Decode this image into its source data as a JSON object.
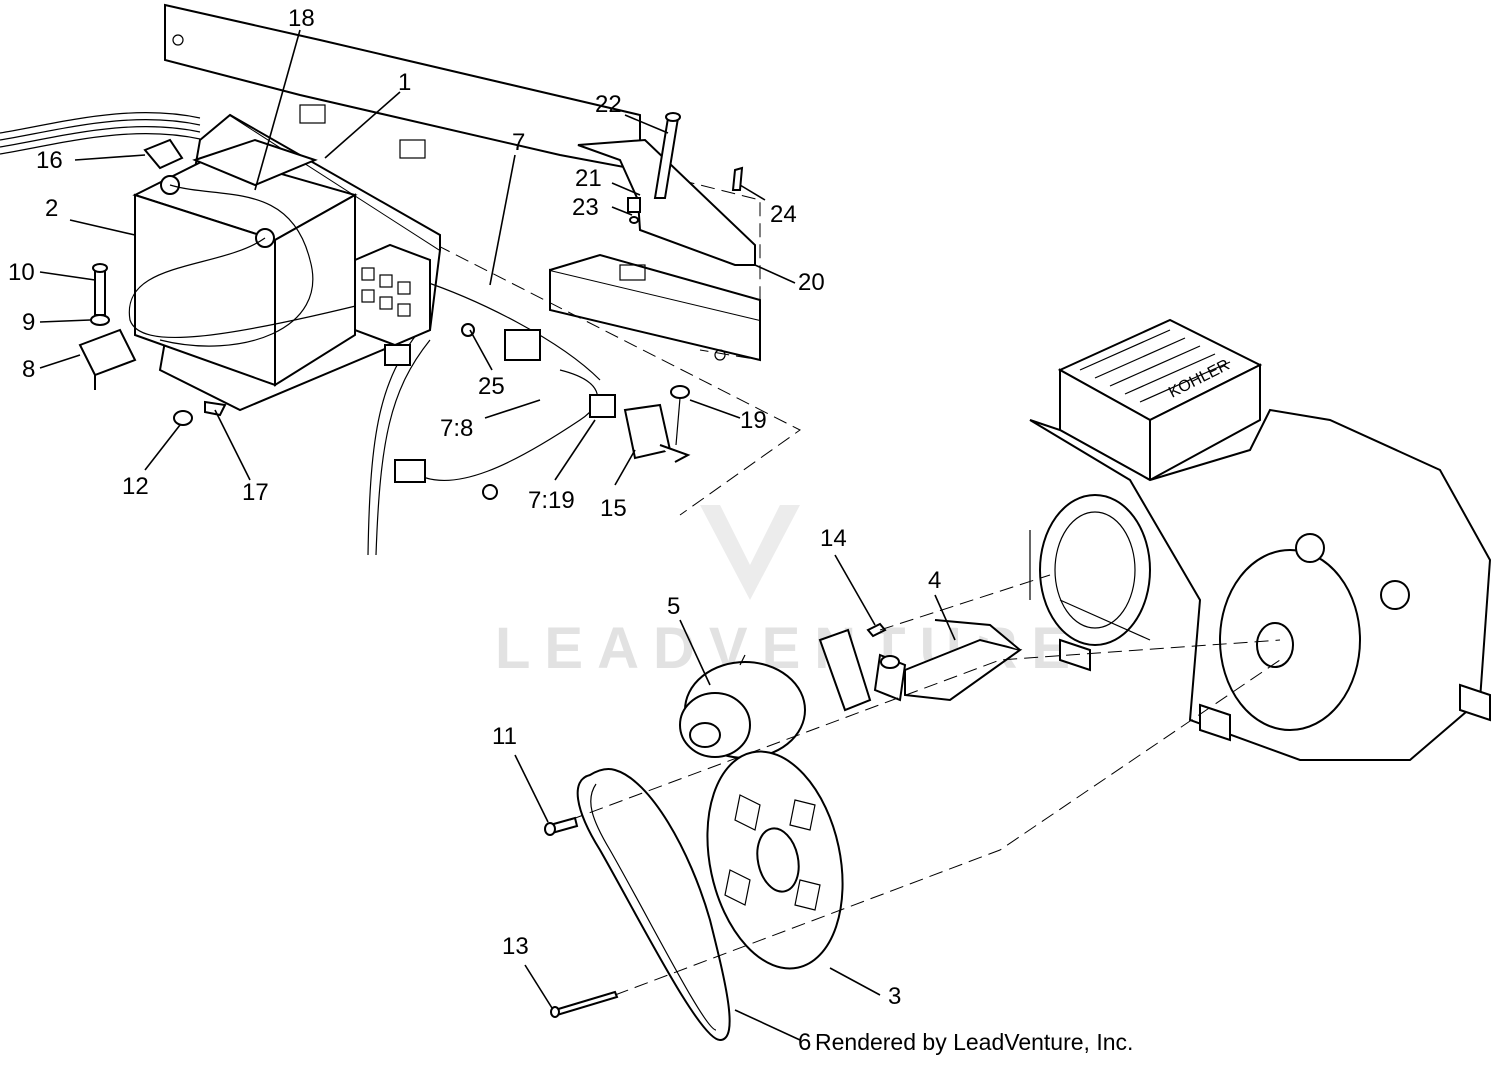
{
  "diagram": {
    "callouts": [
      {
        "id": "1",
        "label": "1"
      },
      {
        "id": "2",
        "label": "2"
      },
      {
        "id": "3",
        "label": "3"
      },
      {
        "id": "4",
        "label": "4"
      },
      {
        "id": "5",
        "label": "5"
      },
      {
        "id": "6",
        "label": "6"
      },
      {
        "id": "7",
        "label": "7"
      },
      {
        "id": "7-8",
        "label": "7:8"
      },
      {
        "id": "7-19",
        "label": "7:19"
      },
      {
        "id": "8",
        "label": "8"
      },
      {
        "id": "9",
        "label": "9"
      },
      {
        "id": "10",
        "label": "10"
      },
      {
        "id": "11",
        "label": "11"
      },
      {
        "id": "12",
        "label": "12"
      },
      {
        "id": "13",
        "label": "13"
      },
      {
        "id": "14",
        "label": "14"
      },
      {
        "id": "15",
        "label": "15"
      },
      {
        "id": "16",
        "label": "16"
      },
      {
        "id": "17",
        "label": "17"
      },
      {
        "id": "18",
        "label": "18"
      },
      {
        "id": "19",
        "label": "19"
      },
      {
        "id": "20",
        "label": "20"
      },
      {
        "id": "21",
        "label": "21"
      },
      {
        "id": "22",
        "label": "22"
      },
      {
        "id": "23",
        "label": "23"
      },
      {
        "id": "24",
        "label": "24"
      },
      {
        "id": "25",
        "label": "25"
      }
    ],
    "engine_brand": "KOHLER",
    "footer": "Rendered by LeadVenture, Inc.",
    "watermark": "LEADVENTURE"
  },
  "colors": {
    "background": "#ffffff",
    "ink": "#000000",
    "watermark": "#e2e2e2"
  }
}
